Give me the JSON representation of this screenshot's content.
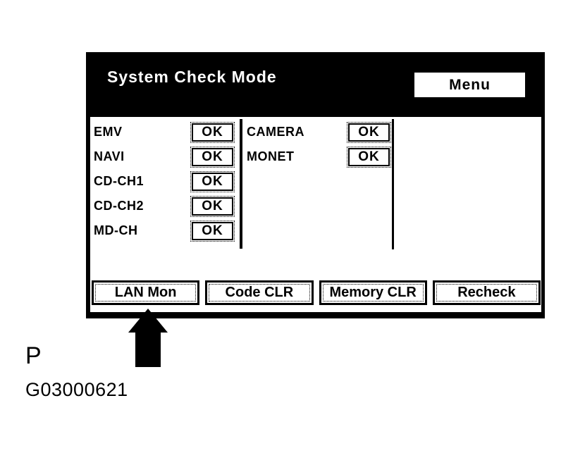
{
  "panel": {
    "title": "System Check Mode",
    "menu_button": "Menu",
    "status_columns": [
      {
        "items": [
          {
            "label": "EMV",
            "status": "OK"
          },
          {
            "label": "NAVI",
            "status": "OK"
          },
          {
            "label": "CD-CH1",
            "status": "OK"
          },
          {
            "label": "CD-CH2",
            "status": "OK"
          },
          {
            "label": "MD-CH",
            "status": "OK"
          }
        ]
      },
      {
        "items": [
          {
            "label": "CAMERA",
            "status": "OK"
          },
          {
            "label": "MONET",
            "status": "OK"
          }
        ]
      }
    ],
    "buttons": [
      {
        "label": "LAN Mon"
      },
      {
        "label": "Code CLR"
      },
      {
        "label": "Memory CLR"
      },
      {
        "label": "Recheck"
      }
    ]
  },
  "annotations": {
    "pointer_icon": "arrow-up",
    "pointer_target": "LAN Mon",
    "page_letter": "P",
    "figure_code": "G03000621"
  },
  "colors": {
    "panel_bg": "#000000",
    "panel_fg": "#ffffff",
    "content_bg": "#ffffff",
    "text": "#000000"
  }
}
